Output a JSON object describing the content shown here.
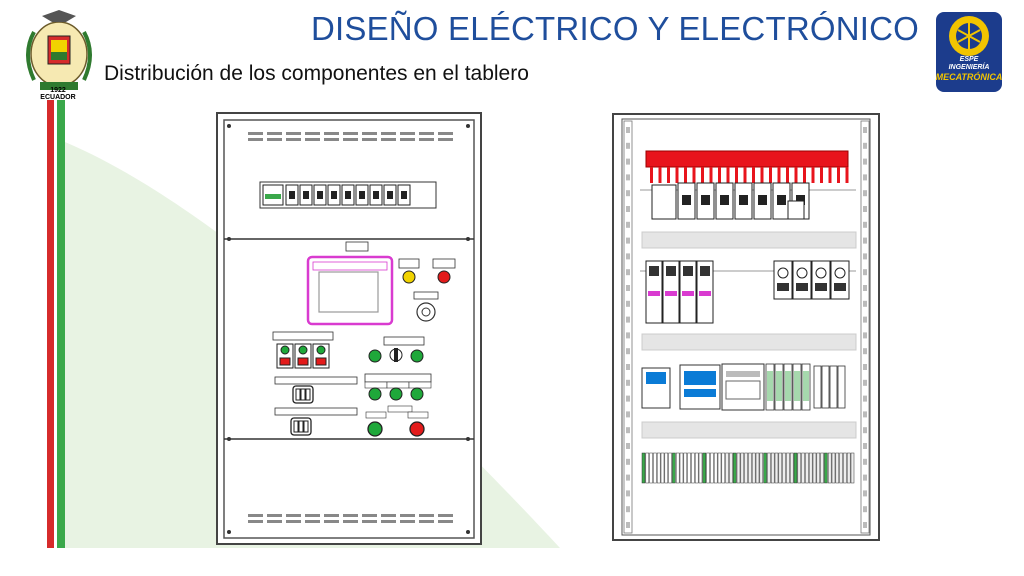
{
  "slide": {
    "title": "DISEÑO ELÉCTRICO Y ELECTRÓNICO",
    "subtitle": "Distribución de los componentes en el tablero"
  },
  "logo_left": {
    "year": "1922",
    "country": "ECUADOR"
  },
  "logo_right": {
    "line1": "ESPE",
    "line2": "INGENIERÍA",
    "line3": "MECATRÓNICA"
  },
  "colors": {
    "title_blue": "#1f4e9c",
    "stripe_red": "#d62b2b",
    "stripe_green": "#3aa84a",
    "bus_red": "#e8141c",
    "pilot_yellow": "#f1d300",
    "pilot_red": "#e31b1b",
    "pilot_green": "#1fa83a",
    "hmi_magenta": "#d93bd0"
  }
}
